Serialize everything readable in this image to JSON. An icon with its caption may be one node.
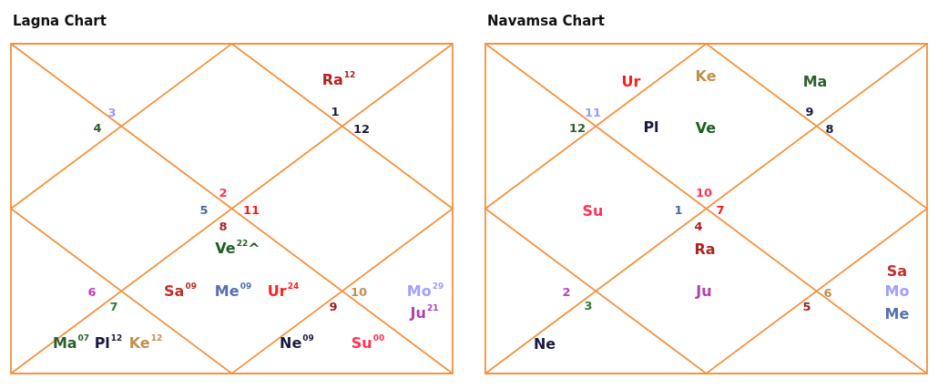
{
  "diagram": {
    "labels": [
      "Lagna Chart",
      "Ra$^{12}$",
      "3",
      "1",
      "4",
      "12",
      "2",
      "5",
      "11",
      "8",
      "Ve$^{22}$^",
      "6",
      "Sa$^{09}$",
      "Me$^{09}$",
      "Ur$^{24}$",
      "10",
      "Mo$^{29}$",
      "7",
      "9",
      "Ju$^{21}$",
      "Ma$^{07}$",
      "Pl$^{12}$",
      "Ke$^{12}$",
      "Ne$^{09}$",
      "Su$^{00}$",
      "Navamsa Chart",
      "Ke",
      "Ur",
      "Ma",
      "11",
      "9",
      "12",
      "Pl",
      "Ve",
      "8",
      "10",
      "Su",
      "1",
      "7",
      "4",
      "Ra",
      "Sa",
      "2",
      "Ju",
      "6",
      "Mo",
      "3",
      "5",
      "Me",
      "Ne"
    ]
  }
}
